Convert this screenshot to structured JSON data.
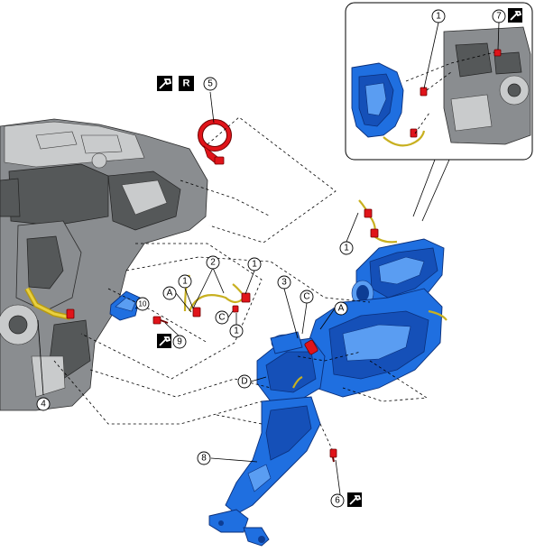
{
  "diagram": {
    "callouts": [
      {
        "id": "c1-top",
        "label": "1"
      },
      {
        "id": "c7",
        "label": "7"
      },
      {
        "id": "c5",
        "label": "5"
      },
      {
        "id": "c1-right",
        "label": "1"
      },
      {
        "id": "c2",
        "label": "2"
      },
      {
        "id": "c1-mid-a",
        "label": "1"
      },
      {
        "id": "c1-mid-b",
        "label": "1"
      },
      {
        "id": "c1-mid-c",
        "label": "1"
      },
      {
        "id": "c3",
        "label": "3"
      },
      {
        "id": "c10",
        "label": "10"
      },
      {
        "id": "c9",
        "label": "9"
      },
      {
        "id": "c4",
        "label": "4"
      },
      {
        "id": "c8",
        "label": "8"
      },
      {
        "id": "c6",
        "label": "6"
      }
    ],
    "connection_markers": [
      {
        "id": "mA-left",
        "label": "A"
      },
      {
        "id": "mA-right",
        "label": "A"
      },
      {
        "id": "mC-left",
        "label": "C"
      },
      {
        "id": "mC-right",
        "label": "C"
      },
      {
        "id": "mD",
        "label": "D"
      }
    ],
    "badges": {
      "reuse_label": "R"
    },
    "icons": {
      "torque": "wrench-icon"
    },
    "colors": {
      "exhaust_parts": "#1f6fe0",
      "replaceable_parts": "#e0141a",
      "wiring": "#c8b020",
      "engine": "#8a8d90"
    }
  }
}
